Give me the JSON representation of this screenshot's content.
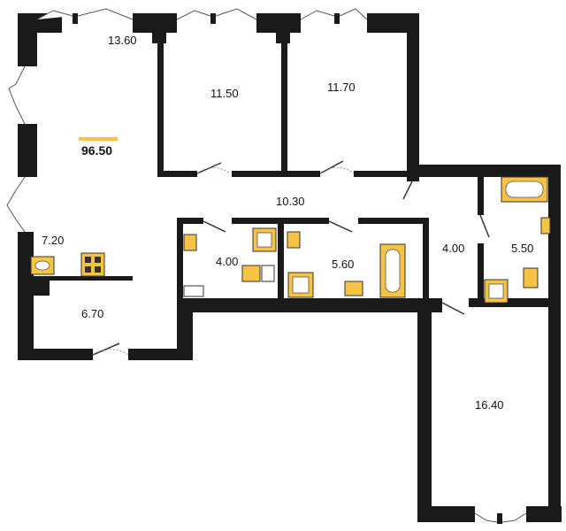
{
  "plan": {
    "total_area": "96.50",
    "rooms": [
      {
        "id": "living",
        "area": "13.60"
      },
      {
        "id": "bedroom-1",
        "area": "11.50"
      },
      {
        "id": "bedroom-2",
        "area": "11.70"
      },
      {
        "id": "hall",
        "area": "10.30"
      },
      {
        "id": "kitchen",
        "area": "7.20"
      },
      {
        "id": "bath-1",
        "area": "4.00"
      },
      {
        "id": "bath-2",
        "area": "5.60"
      },
      {
        "id": "corridor",
        "area": "4.00"
      },
      {
        "id": "bath-3",
        "area": "5.50"
      },
      {
        "id": "storage",
        "area": "6.70"
      },
      {
        "id": "bedroom-3",
        "area": "16.40"
      }
    ]
  },
  "colors": {
    "wall": "#1a1a1a",
    "fixture": "#f6c344",
    "accent": "#f6c344"
  }
}
